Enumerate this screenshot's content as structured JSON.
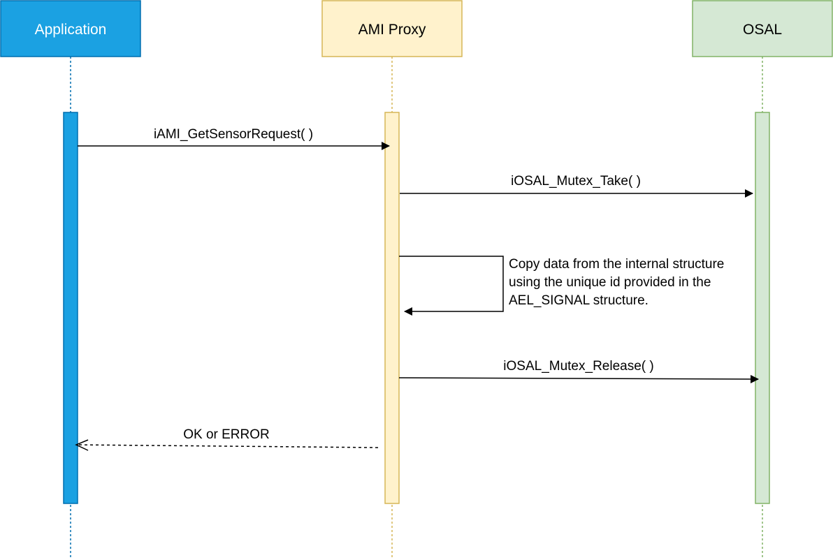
{
  "participants": {
    "application": {
      "label": "Application",
      "fill": "#1ba1e2",
      "stroke": "#006eaf",
      "text_color": "#ffffff"
    },
    "ami_proxy": {
      "label": "AMI Proxy",
      "fill": "#fff2cc",
      "stroke": "#d6b656",
      "text_color": "#000000"
    },
    "osal": {
      "label": "OSAL",
      "fill": "#d5e8d4",
      "stroke": "#82b366",
      "text_color": "#000000"
    }
  },
  "messages": {
    "get_sensor_request": "iAMI_GetSensorRequest( )",
    "mutex_take": "iOSAL_Mutex_Take( )",
    "self_call": {
      "line1": "Copy data from the internal structure",
      "line2": "using the unique id provided in the",
      "line3": "AEL_SIGNAL structure."
    },
    "mutex_release": "iOSAL_Mutex_Release( )",
    "reply": "OK or ERROR"
  }
}
